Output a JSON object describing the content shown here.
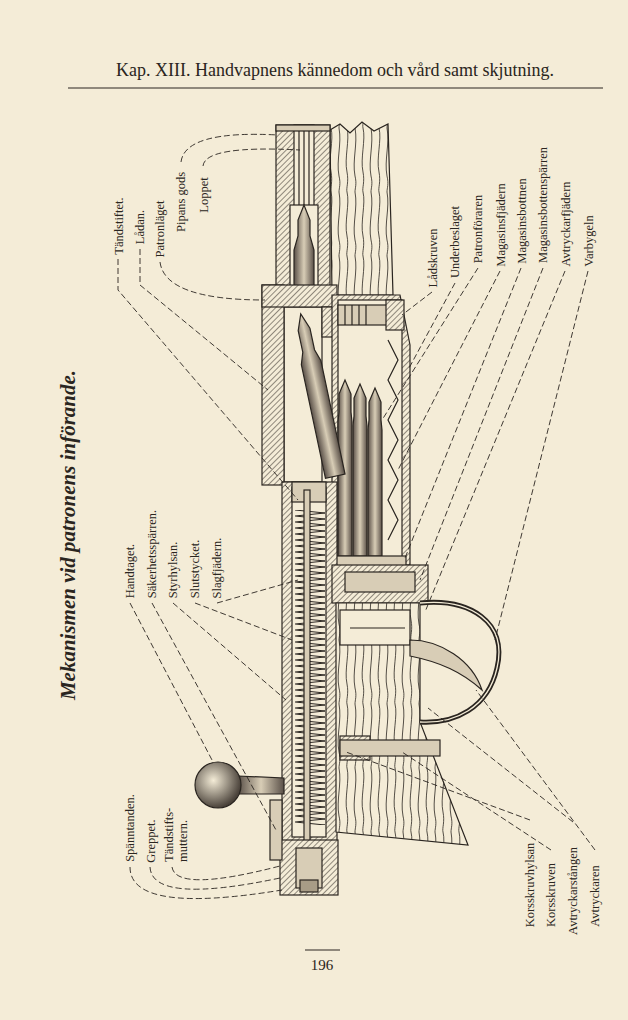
{
  "diagram": {
    "title": "Mekanismen vid patronens införande.",
    "labels": [
      "Kap. XIII. Handvapnens kännedom och vård samt skjutning.",
      "Tändstiftet.",
      "Lådan.",
      "Patronläget",
      "Pipans gods",
      "Loppet",
      "Lådskruven",
      "Underbeslaget",
      "Patronföraren",
      "Magasinsfjädern",
      "Magasinsbottnen",
      "Magasinsbottenspärren",
      "Avtryckarfjädern",
      "Varbygeln",
      "Handtaget.",
      "Säkerhetsspärren.",
      "Styrhylsan.",
      "Slutstycket.",
      "Slagfjädern.",
      "Spänntanden.",
      "Greppet.",
      "Tändstifts- muttern.",
      "Korsskruvhylsan",
      "Korsskruven",
      "Avtryckarstången",
      "Avtryckaren",
      "196"
    ]
  }
}
